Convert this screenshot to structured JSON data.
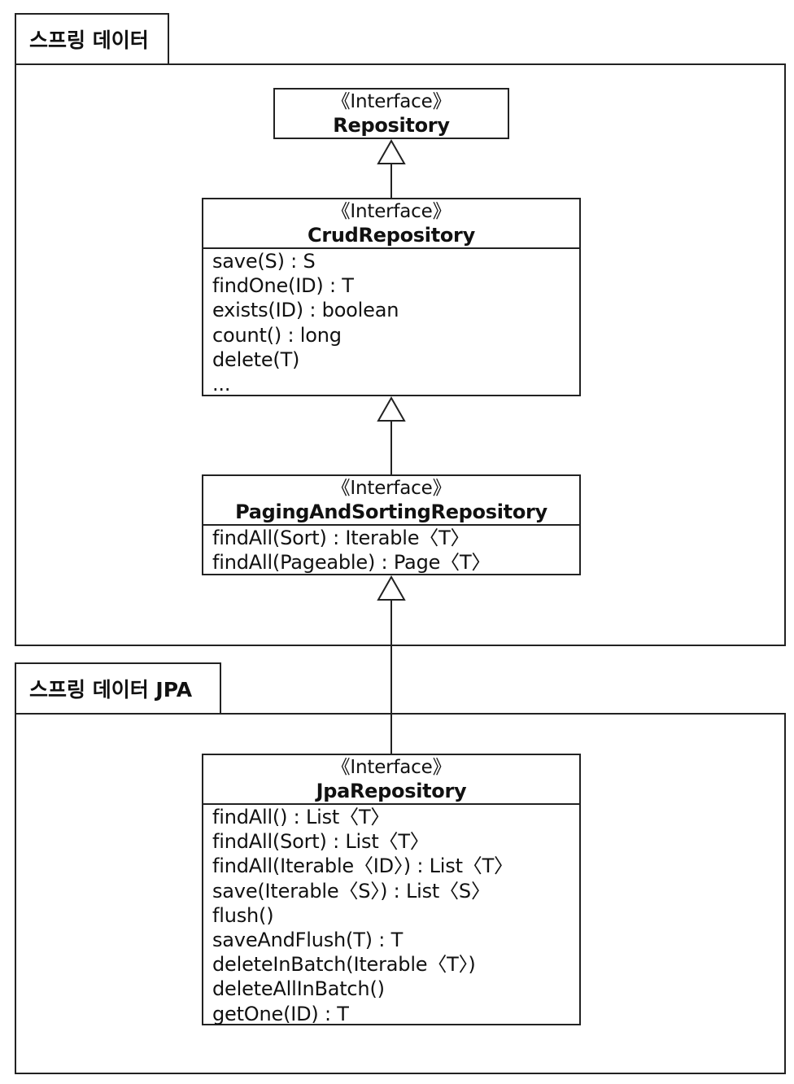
{
  "packages": {
    "spring_data": {
      "label": "스프링 데이터"
    },
    "spring_data_jpa": {
      "label": "스프링 데이터 JPA"
    }
  },
  "classes": {
    "repository": {
      "stereotype": "《Interface》",
      "name": "Repository",
      "operations": []
    },
    "crud": {
      "stereotype": "《Interface》",
      "name": "CrudRepository",
      "operations": [
        "save(S) : S",
        "findOne(ID) : T",
        "exists(ID) : boolean",
        "count() : long",
        "delete(T)",
        "..."
      ]
    },
    "paging": {
      "stereotype": "《Interface》",
      "name": "PagingAndSortingRepository",
      "operations": [
        "findAll(Sort) : Iterable〈T〉",
        "findAll(Pageable) : Page〈T〉"
      ]
    },
    "jpa": {
      "stereotype": "《Interface》",
      "name": "JpaRepository",
      "operations": [
        "findAll() : List〈T〉",
        "findAll(Sort) : List〈T〉",
        "findAll(Iterable〈ID〉) : List〈T〉",
        "save(Iterable〈S〉) : List〈S〉",
        "flush()",
        "saveAndFlush(T) : T",
        "deleteInBatch(Iterable〈T〉)",
        "deleteAllInBatch()",
        "getOne(ID) : T"
      ]
    }
  }
}
